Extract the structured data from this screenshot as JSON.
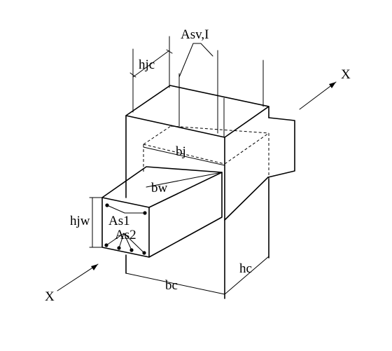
{
  "diagram": {
    "labels": {
      "asv": "Asv,I",
      "hjc": "hjc",
      "x_top": "X",
      "x_bottom": "X",
      "bj": "bj",
      "bw": "bw",
      "hjw": "hjw",
      "as1": "As1",
      "as2": "As2",
      "bc": "bc",
      "hc": "hc"
    },
    "colors": {
      "stroke": "#000000",
      "background": "#ffffff"
    }
  }
}
